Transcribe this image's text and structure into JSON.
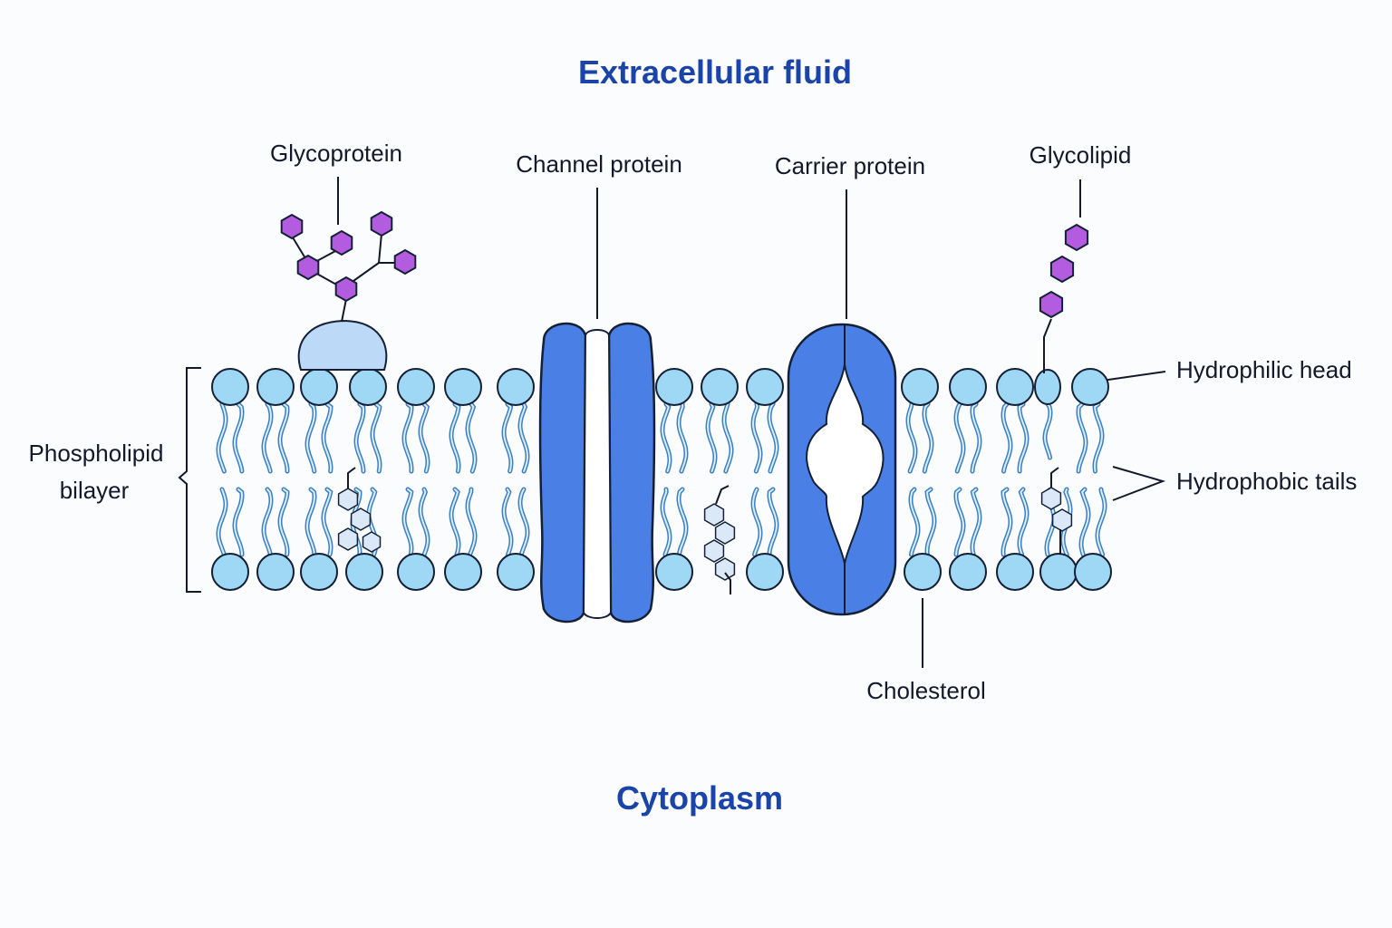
{
  "regions": {
    "top": "Extracellular fluid",
    "bottom": "Cytoplasm"
  },
  "labels": {
    "glycoprotein": "Glycoprotein",
    "channel_protein": "Channel protein",
    "carrier_protein": "Carrier protein",
    "glycolipid": "Glycolipid",
    "hydrophilic_head": "Hydrophilic head",
    "hydrophobic_tails": "Hydrophobic tails",
    "phospholipid_bilayer_line1": "Phospholipid",
    "phospholipid_bilayer_line2": "bilayer",
    "cholesterol": "Cholesterol"
  },
  "colors": {
    "title": "#1a44a8",
    "head_fill": "#9fd8f4",
    "tail_stroke": "#3f7fbf",
    "protein_fill": "#4a80e6",
    "sugar_fill": "#b45cdf",
    "glycoprotein_body": "#bcd9f8",
    "outline": "#142036"
  }
}
